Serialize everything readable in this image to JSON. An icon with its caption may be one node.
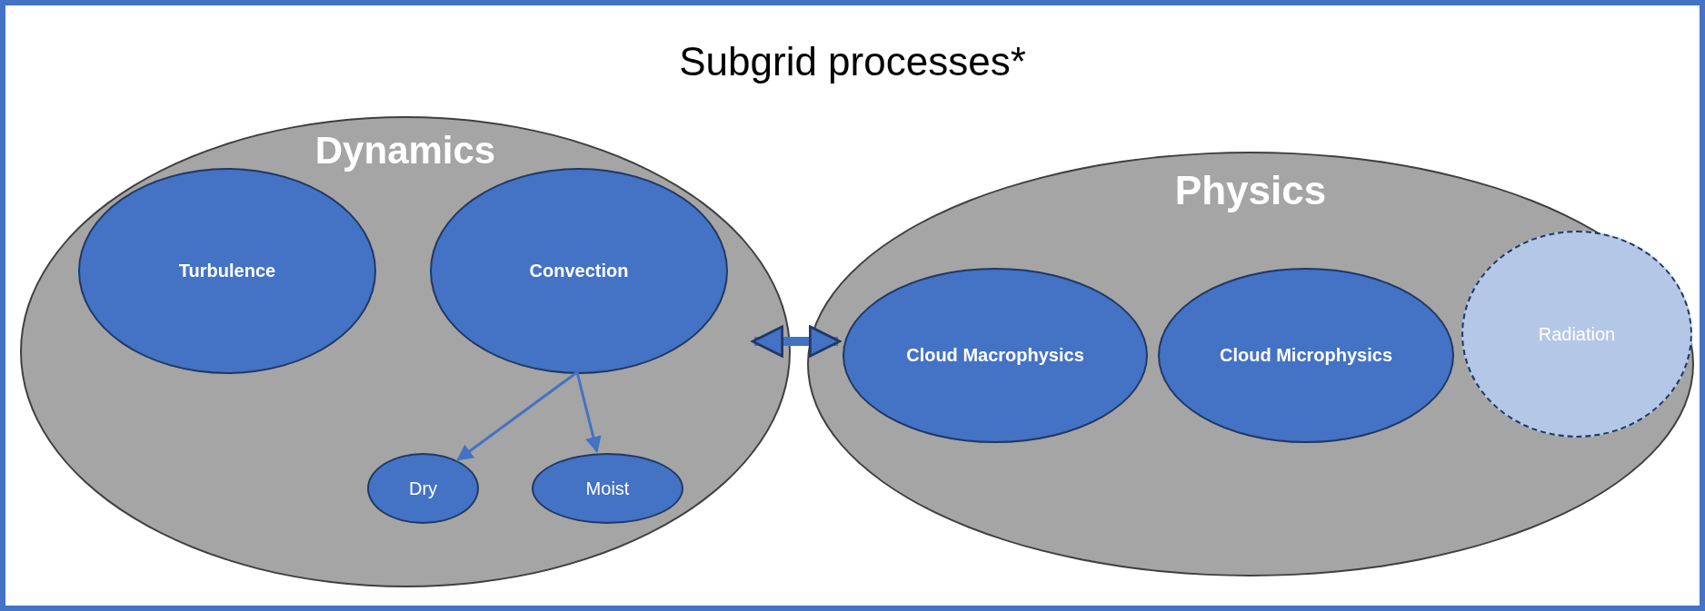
{
  "diagram": {
    "title": "Subgrid processes*",
    "nodes": [
      {
        "text": [
          "Dynamics"
        ]
      },
      {
        "text": [
          "Turbulence"
        ],
        "in": 0
      },
      {
        "text": [
          "Convection"
        ],
        "in": 0
      },
      {
        "text": [
          "Dry"
        ],
        "in": 0
      },
      {
        "text": [
          "Moist"
        ],
        "in": 0
      },
      {
        "text": [
          "Physics"
        ]
      },
      {
        "text": [
          "Cloud Macrophysics"
        ],
        "in": 5
      },
      {
        "text": [
          "Cloud Microphysics"
        ],
        "in": 5
      },
      {
        "text": [
          "Radiation"
        ],
        "in": 5
      }
    ],
    "edges": [
      {
        "from": 0,
        "to": 5,
        "arrow": "both",
        "style": "thick"
      },
      {
        "from": 2,
        "to": 3,
        "arrow": "to"
      },
      {
        "from": 2,
        "to": 4,
        "arrow": "to"
      }
    ]
  }
}
